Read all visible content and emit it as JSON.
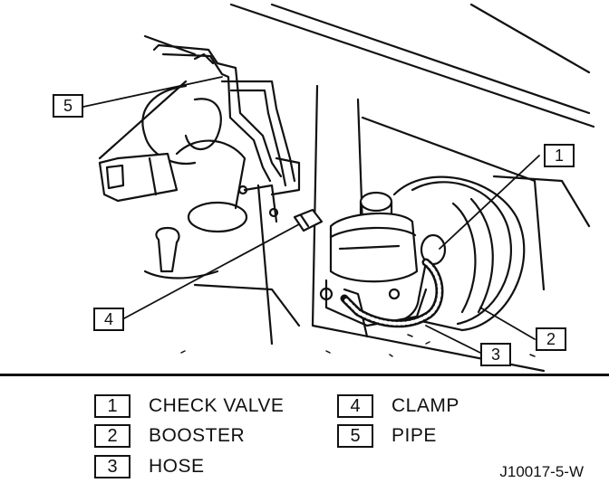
{
  "callouts": [
    "1",
    "2",
    "3",
    "4",
    "5"
  ],
  "legend": [
    {
      "num": "1",
      "label": "CHECK VALVE"
    },
    {
      "num": "2",
      "label": "BOOSTER"
    },
    {
      "num": "3",
      "label": "HOSE"
    },
    {
      "num": "4",
      "label": "CLAMP"
    },
    {
      "num": "5",
      "label": "PIPE"
    }
  ],
  "figure_id": "J10017-5-W"
}
